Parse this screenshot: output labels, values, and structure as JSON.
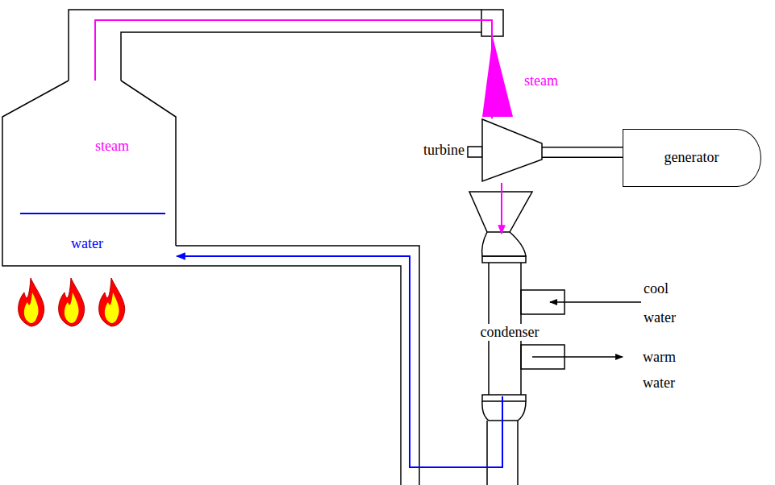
{
  "diagram": {
    "nodes": [
      {
        "text": [
          "steam",
          "water"
        ]
      },
      {
        "text": [
          "turbine"
        ]
      },
      {
        "text": [
          "generator"
        ]
      },
      {
        "text": [
          "condenser"
        ]
      }
    ],
    "edges": [
      {
        "from": 0,
        "to": 1,
        "arrow": "to"
      },
      {
        "from": 1,
        "to": 2,
        "arrow": "none"
      },
      {
        "from": 1,
        "to": 3,
        "arrow": "to"
      },
      {
        "from": 3,
        "to": 0,
        "arrow": "to"
      }
    ],
    "labels": [
      "steam",
      "cool water",
      "warm water"
    ]
  }
}
